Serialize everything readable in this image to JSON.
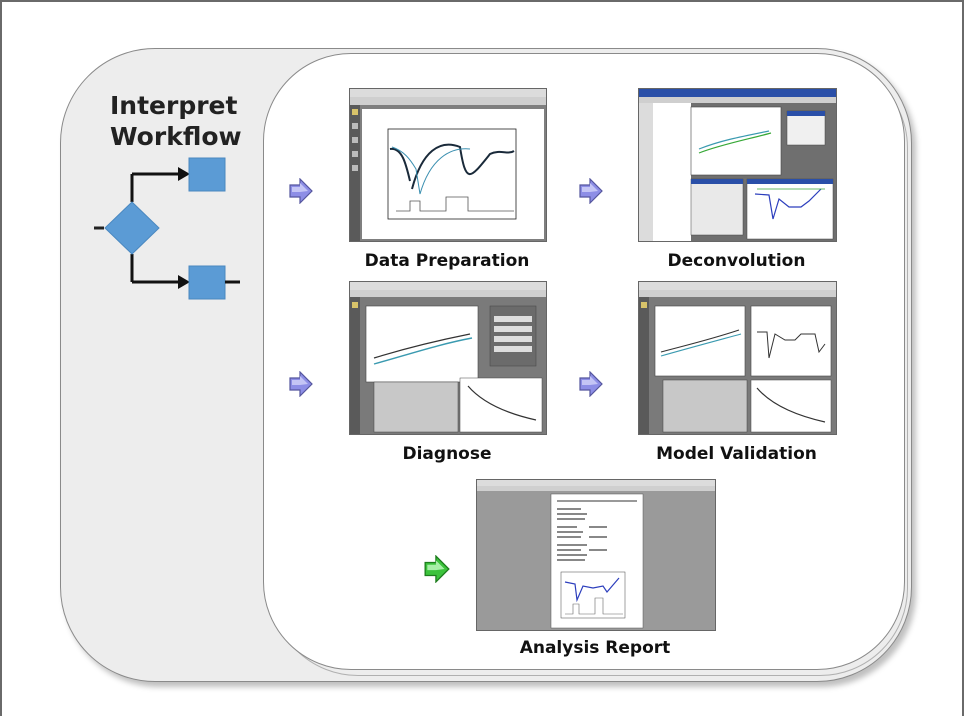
{
  "title": {
    "line1": "Interpret",
    "line2": "Workflow"
  },
  "steps": [
    {
      "label": "Data Preparation"
    },
    {
      "label": "Deconvolution"
    },
    {
      "label": "Diagnose"
    },
    {
      "label": "Model Validation"
    },
    {
      "label": "Analysis Report"
    }
  ],
  "colors": {
    "flow_box": "#5b9bd5",
    "arrow_purple": "#8d8ee6",
    "arrow_green": "#3cc33c",
    "panel_bg": "#ededed"
  },
  "icons": [
    "flowchart-diagram-icon",
    "right-arrow-icon"
  ]
}
